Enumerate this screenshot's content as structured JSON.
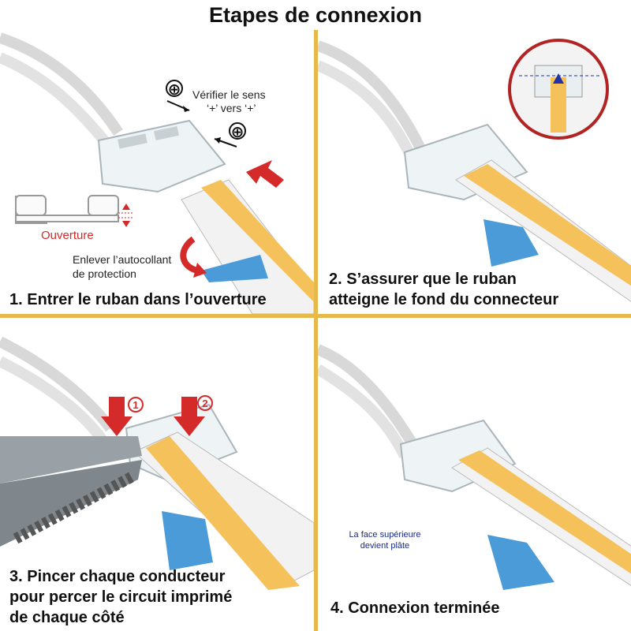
{
  "title": "Etapes de connexion",
  "colors": {
    "accent": "#e7b84a",
    "led": "#f5c15a",
    "arrow": "#d42a2a",
    "tape": "#4a9bd8"
  },
  "step1": {
    "caption": "1. Entrer le ruban dans l’ouverture",
    "check_line1": "Vérifier le sens",
    "check_line2": "‘+’ vers ‘+’",
    "plus_symbol": "⊕",
    "opening_label": "Ouverture",
    "peel_line1": "Enlever l’autocollant",
    "peel_line2": "de protection"
  },
  "step2": {
    "caption_line1": "2. S’assurer que le ruban",
    "caption_line2": "atteigne le fond du connecteur"
  },
  "step3": {
    "caption_line1": "3. Pincer chaque conducteur",
    "caption_line2": "pour percer le circuit imprimé",
    "caption_line3": "de chaque côté",
    "marker1": "1",
    "marker2": "2"
  },
  "step4": {
    "caption": "4. Connexion terminée",
    "note_line1": "La face supérieure",
    "note_line2": "devient plâte"
  }
}
